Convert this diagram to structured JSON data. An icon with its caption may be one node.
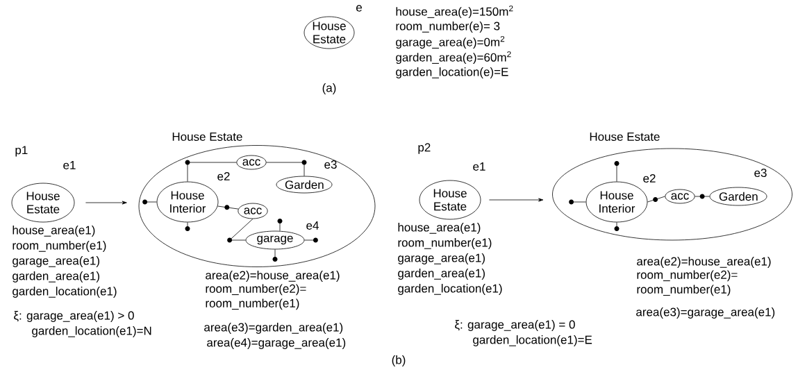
{
  "diagram": {
    "nodes": [
      {
        "text": [
          "House Estate"
        ],
        "beside": [
          "e"
        ]
      },
      {
        "text": [
          "House Estate"
        ],
        "beside": [
          "e1"
        ]
      },
      {
        "text": [
          "House Estate"
        ]
      },
      {
        "text": [
          "House Interior"
        ],
        "in": 2,
        "beside": [
          "e2"
        ]
      },
      {
        "text": [
          "acc"
        ],
        "in": 2
      },
      {
        "text": [
          "Garden"
        ],
        "in": 2,
        "beside": [
          "e3"
        ]
      },
      {
        "text": [
          "acc"
        ],
        "in": 2
      },
      {
        "text": [
          "garage"
        ],
        "in": 2,
        "beside": [
          "e4"
        ]
      },
      {
        "text": [
          "House Estate"
        ],
        "beside": [
          "e1"
        ]
      },
      {
        "text": [
          "House Estate"
        ]
      },
      {
        "text": [
          "House Interior"
        ],
        "in": 9,
        "beside": [
          "e2"
        ]
      },
      {
        "text": [
          "acc"
        ],
        "in": 9
      },
      {
        "text": [
          "Garden"
        ],
        "in": 9,
        "beside": [
          "e3"
        ]
      }
    ],
    "edges": [
      {
        "from": 1,
        "to": 2,
        "arrow": "to"
      },
      {
        "from": 3,
        "to": 4,
        "arrow": "none"
      },
      {
        "from": 4,
        "to": 5,
        "arrow": "none"
      },
      {
        "from": 3,
        "to": 6,
        "arrow": "none"
      },
      {
        "from": 6,
        "to": 7,
        "arrow": "none"
      },
      {
        "from": 8,
        "to": 9,
        "arrow": "to"
      },
      {
        "from": 10,
        "to": 11,
        "arrow": "none"
      },
      {
        "from": 11,
        "to": 12,
        "arrow": "none"
      }
    ],
    "labels": [
      "house_area(e)=150m$^{2}$",
      "room_number(e)= 3",
      "garage_area(e)=0m$^{2}$",
      "garden_area(e)=60m$^{2}$",
      "garden_location(e)=E",
      "(a)",
      "p1",
      "house_area(e1)",
      "room_number(e1)",
      "garage_area(e1)",
      "garden_area(e1)",
      "garden_location(e1)",
      "area(e2)=house_area(e1)",
      "room_number(e2)= room_number(e1)",
      "ξ: garage_area(e1) > 0",
      "garden_location(e1)=N",
      "area(e3)=garden_area(e1)",
      "area(e4)=garage_area(e1)",
      "p2",
      "house_area(e1)",
      "room_number(e1)",
      "garage_area(e1)",
      "garden_area(e1)",
      "garden_location(e1)",
      "area(e2)=house_area(e1)",
      "room_number(e2)= room_number(e1)",
      "area(e3)=garage_area(e1)",
      "ξ: garage_area(e1) = 0",
      "garden_location(e1)=E",
      "(b)"
    ]
  }
}
